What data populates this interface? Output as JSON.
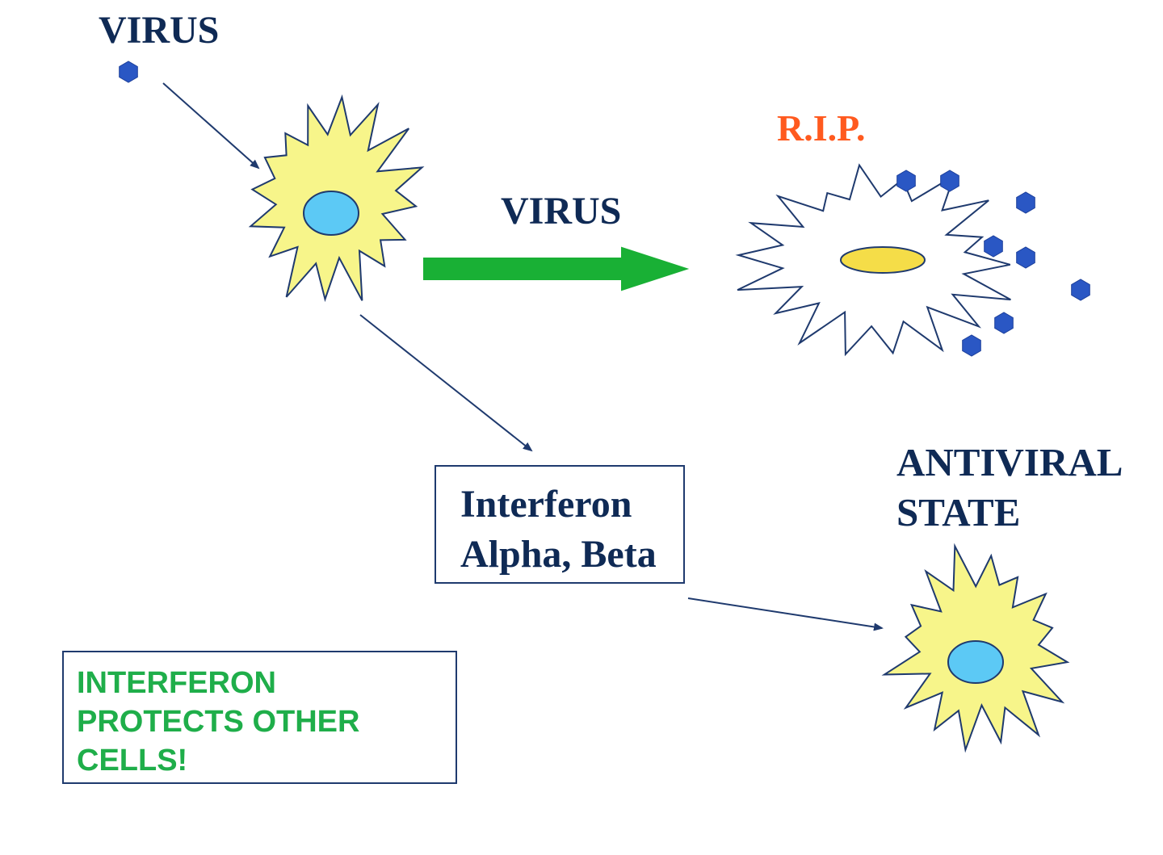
{
  "labels": {
    "virus_top": "VIRUS",
    "virus_middle": "VIRUS",
    "rip": "R.I.P.",
    "antiviral_line1": "ANTIVIRAL",
    "antiviral_line2": "STATE"
  },
  "interferon_box": {
    "line1": "Interferon",
    "line2": "Alpha, Beta"
  },
  "note_box": {
    "line1": "INTERFERON",
    "line2": "PROTECTS OTHER",
    "line3": "CELLS!"
  },
  "colors": {
    "text_navy": "#0f2a55",
    "rip_orange": "#ff5a1f",
    "note_green": "#1fae4a",
    "cell_yellow": "#f7f58a",
    "nucleus_blue": "#5cc9f5",
    "dead_nucleus_yellow": "#f5dd48",
    "virus_blue": "#2a57c4",
    "big_arrow_green": "#19b035",
    "line_navy": "#1f3a6e"
  },
  "icons": {
    "virus_particle": "blue-hexagon",
    "infected_cell": "yellow-starburst-cell",
    "lysed_cell": "white-starburst-cell",
    "protected_cell": "yellow-starburst-cell"
  }
}
